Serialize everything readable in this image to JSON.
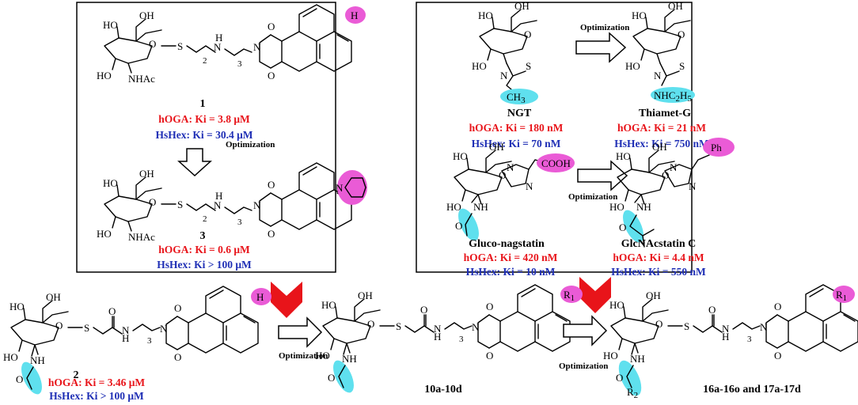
{
  "colors": {
    "substituent_pink": "#ea5bd6",
    "acetamide_cyan": "#5fe0ee",
    "arrow_red": "#e8141a",
    "label_red": "#e8141a",
    "label_blue": "#1f2fb5"
  },
  "text": {
    "oh": "OH",
    "ho": "HO",
    "nhac": "NHAc",
    "nh": "NH",
    "n": "N",
    "s": "S",
    "h": "H",
    "o": "O",
    "sub_2": "2",
    "sub_3": "3",
    "r1": "R",
    "r1_sub": "1",
    "r2": "R",
    "r2_sub": "2",
    "ch3": "CH",
    "ch3_sub": "3",
    "nhc2h5": "NHC",
    "nhc2h5_sub1": "2",
    "nhc2h5_sub2": "5",
    "cooh": "COOH",
    "ph": "Ph"
  },
  "optimization_label": "Optimization",
  "left_box": {
    "cmpd1": {
      "label": "1",
      "hoga": "hOGA:  Ki = 3.8 μM",
      "hshex": "HsHex: Ki = 30.4 μM"
    },
    "cmpd3": {
      "label": "3",
      "hoga": "hOGA:  Ki = 0.6 μM",
      "hshex": "HsHex: Ki > 100 μM"
    }
  },
  "right_box": {
    "ngt": {
      "label": "NGT",
      "hoga": "hOGA:  Ki = 180 nM",
      "hshex": "HsHex: Ki = 70 nM"
    },
    "thiamet": {
      "label": "Thiamet-G",
      "hoga": "hOGA:  Ki = 21 nM",
      "hshex": "HsHex: Ki = 750 nM"
    },
    "gluco": {
      "label": "Gluco-nagstatin",
      "hoga": "hOGA:  Ki = 420 nM",
      "hshex": "HsHex: Ki = 10 nM"
    },
    "glcnac": {
      "label": "GlcNAcstatin C",
      "hoga": "hOGA:  Ki = 4.4 nM",
      "hshex": "HsHex: Ki = 550 nM"
    }
  },
  "bottom": {
    "cmpd2": {
      "label": "2",
      "hoga": "hOGA:  Ki = 3.46 μM",
      "hshex": "HsHex: Ki > 100 μM"
    },
    "cmpd10": {
      "label": "10a-10d"
    },
    "cmpd16": {
      "label": "16a-16o and 17a-17d"
    }
  }
}
